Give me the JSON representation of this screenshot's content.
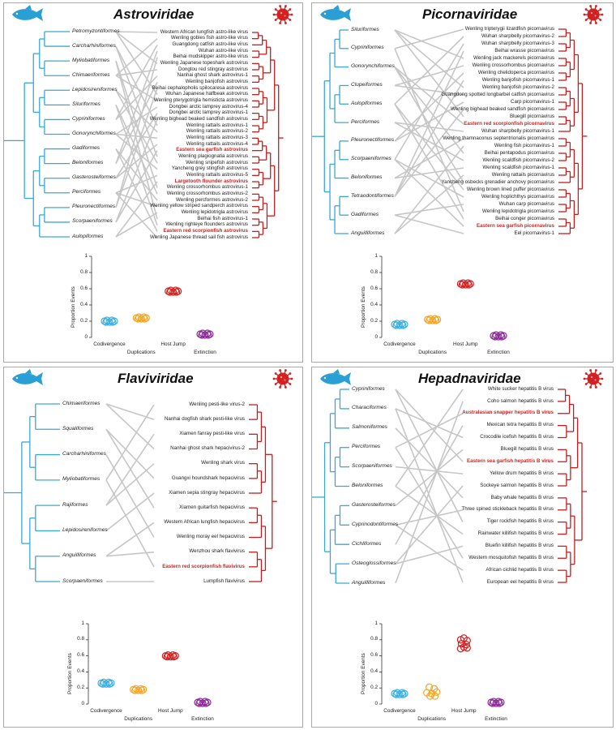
{
  "panels": [
    {
      "family": "Astroviridae",
      "hosts": [
        "Petromyzontiformes",
        "Carcharhiniformes",
        "Myliobatiformes",
        "Chimaeriformes",
        "Lepidosireniformes",
        "Siluriformes",
        "Cypriniformes",
        "Gonorynchiformes",
        "Gadiformes",
        "Beloniformes",
        "Gasterosteiformes",
        "Perciformes",
        "Pleuronectiformes",
        "Scorpaeniformes",
        "Aulopiformes"
      ],
      "viruses": [
        {
          "name": "Western African lungfish astro-like virus",
          "hl": false
        },
        {
          "name": "Wenling gobies fish astro-like virus",
          "hl": false
        },
        {
          "name": "Guangdong catfish astro-like virus",
          "hl": false
        },
        {
          "name": "Wuhan astro-like virus",
          "hl": false
        },
        {
          "name": "Beihai mudskipper astro-like virus",
          "hl": false
        },
        {
          "name": "Wenling Japanese topeshark astrovirus",
          "hl": false
        },
        {
          "name": "Dongtou red stingray astrovirus",
          "hl": false
        },
        {
          "name": "Nanhai ghost shark astrovirus-1",
          "hl": false
        },
        {
          "name": "Wenling banjofish astrovirus",
          "hl": false
        },
        {
          "name": "Beihai cephalopholis spilocaresa astrovirus",
          "hl": false
        },
        {
          "name": "Wuhan Japanese halfbeak astrovirus",
          "hl": false
        },
        {
          "name": "Wenling pterygotrigla hemisticta astrovirus",
          "hl": false
        },
        {
          "name": "Dongbei arctic lamprey astrovirus-4",
          "hl": false
        },
        {
          "name": "Dongbei arctic lamprey astrovirus-1",
          "hl": false
        },
        {
          "name": "Wenling bighead beaked sandfish astrovirus",
          "hl": false
        },
        {
          "name": "Wenling rattails astrovirus-1",
          "hl": false
        },
        {
          "name": "Wenling rattails astrovirus-2",
          "hl": false
        },
        {
          "name": "Wenling rattails astrovirus-3",
          "hl": false
        },
        {
          "name": "Wenling rattails astrovirus-4",
          "hl": false
        },
        {
          "name": "Eastern sea garfish astrovirus",
          "hl": true
        },
        {
          "name": "Wenling plagiognatia astrovirus",
          "hl": false
        },
        {
          "name": "Wenling snipefish astrovirus",
          "hl": false
        },
        {
          "name": "Yancheng grey stingfish astrovirus",
          "hl": false
        },
        {
          "name": "Wenling rattails astrovirus-5",
          "hl": false
        },
        {
          "name": "Largetooth flounder astrovirus",
          "hl": true
        },
        {
          "name": "Wenling crossorhombus astrovirus-1",
          "hl": false
        },
        {
          "name": "Wenling crossorhombus astrovirus-2",
          "hl": false
        },
        {
          "name": "Wenling percformes astrovirus-2",
          "hl": false
        },
        {
          "name": "Wenling yellow striped sandperch astrovirus",
          "hl": false
        },
        {
          "name": "Wenling lepidotrigla astrovirus",
          "hl": false
        },
        {
          "name": "Beihai fish astrovirus-1",
          "hl": false
        },
        {
          "name": "Wenling righteye flounders astrovirus",
          "hl": false
        },
        {
          "name": "Eastern red scorpionfish astrovirus",
          "hl": true
        },
        {
          "name": "Wenling Japanese thread sail fish astrovirus",
          "hl": false
        }
      ],
      "events": {
        "categories": [
          "Codivergence",
          "Duplications",
          "Host Jump",
          "Extinction"
        ],
        "values": [
          0.2,
          0.24,
          0.57,
          0.04
        ]
      },
      "ylabel": "Proportion Events",
      "yticks": [
        "0",
        "0.2",
        "0.4",
        "0.6",
        "0.8",
        "1"
      ]
    },
    {
      "family": "Picornaviridae",
      "hosts": [
        "Siluriformes",
        "Cypriniformes",
        "Gonorynchiformes",
        "Clupeiformes",
        "Aulopiformes",
        "Perciformes",
        "Pleuronectiformes",
        "Scorpaeniformes",
        "Beloniformes",
        "Tetraodontiformes",
        "Gadiformes",
        "Anguilliformes"
      ],
      "viruses": [
        {
          "name": "Wenling tripterygii lizardfish picornavirus",
          "hl": false
        },
        {
          "name": "Wuhan sharpbelly picornavirus-2",
          "hl": false
        },
        {
          "name": "Wuhan sharpbelly picornavirus-3",
          "hl": false
        },
        {
          "name": "Beihai wrasse picornavirus",
          "hl": false
        },
        {
          "name": "Wenling jack mackerels picornavirus",
          "hl": false
        },
        {
          "name": "Wenling crossorhombus picornavirus",
          "hl": false
        },
        {
          "name": "Wenling chelidoperca picornavirus",
          "hl": false
        },
        {
          "name": "Wenling banjofish picornavirus-1",
          "hl": false
        },
        {
          "name": "Wenling banjofish picornavirus-2",
          "hl": false
        },
        {
          "name": "Guangdong spotted longbarbel catfish picornavirus",
          "hl": false
        },
        {
          "name": "Carp picornavirus-1",
          "hl": false
        },
        {
          "name": "Wenling bighead beaked sandfish picornavirus",
          "hl": false
        },
        {
          "name": "Bluegill picornavirus",
          "hl": false
        },
        {
          "name": "Eastern red scorpionfish picornavirus",
          "hl": true
        },
        {
          "name": "Wuhan sharpbelly picornavirus-1",
          "hl": false
        },
        {
          "name": "Wenling thamnaconus septentrionalis picornavirus",
          "hl": false
        },
        {
          "name": "Wenling fish picornavirus-1",
          "hl": false
        },
        {
          "name": "Beihai pentapodus picornavirus",
          "hl": false
        },
        {
          "name": "Wenling scaldfish picornavirus-2",
          "hl": false
        },
        {
          "name": "Wenling scaldfish picornavirus-1",
          "hl": false
        },
        {
          "name": "Wenling rattails picornavirus",
          "hl": false
        },
        {
          "name": "Yancheng osbecks grenadier anchovy picornavirus",
          "hl": false
        },
        {
          "name": "Wenling brown lined puffer picornavirus",
          "hl": false
        },
        {
          "name": "Wenling hoplichthys picornavirus",
          "hl": false
        },
        {
          "name": "Wuhan carp picornavirus",
          "hl": false
        },
        {
          "name": "Wenling lepidotrigla picornavirus",
          "hl": false
        },
        {
          "name": "Beihai conger picornavirus",
          "hl": false
        },
        {
          "name": "Eastern sea garfish picornavirus",
          "hl": true
        },
        {
          "name": "Eel picornavirus-1",
          "hl": false
        }
      ],
      "events": {
        "categories": [
          "Codivergence",
          "Duplications",
          "Host Jump",
          "Extinction"
        ],
        "values": [
          0.16,
          0.22,
          0.66,
          0.02
        ]
      },
      "ylabel": "Proportion Events",
      "yticks": [
        "0",
        "0.2",
        "0.4",
        "0.6",
        "0.8",
        "1"
      ]
    },
    {
      "family": "Flaviviridae",
      "hosts": [
        "Chimaeriformes",
        "Squaliformes",
        "Carcharhiniformes",
        "Myliobatiformes",
        "Rajiformes",
        "Lepidosireniformes",
        "Anguilliformes",
        "Scorpaeniformes"
      ],
      "viruses": [
        {
          "name": "Wenling pesti-like virus-2",
          "hl": false
        },
        {
          "name": "Nanhai dogfish shark pesti-like virus",
          "hl": false
        },
        {
          "name": "Xiamen fanray pesti-like virus",
          "hl": false
        },
        {
          "name": "Nanhai ghost shark hepacivirus-2",
          "hl": false
        },
        {
          "name": "Wenling shark virus",
          "hl": false
        },
        {
          "name": "Guangxi houndshark hepacivirus",
          "hl": false
        },
        {
          "name": "Xiamen sepia stingray hepacivirus",
          "hl": false
        },
        {
          "name": "Xiamen guitarfish hepacivirus",
          "hl": false
        },
        {
          "name": "Western African lungfish hepacivirus",
          "hl": false
        },
        {
          "name": "Wenling moray eel hepacivirus",
          "hl": false
        },
        {
          "name": "Wenzhou shark flavivirus",
          "hl": false
        },
        {
          "name": "Eastern red scorpionfish flavivirus",
          "hl": true
        },
        {
          "name": "Lumpfish flavivirus",
          "hl": false
        }
      ],
      "events": {
        "categories": [
          "Codivergence",
          "Duplications",
          "Host Jump",
          "Extinction"
        ],
        "values": [
          0.26,
          0.18,
          0.6,
          0.02
        ]
      },
      "ylabel": "Proportion Events",
      "yticks": [
        "0",
        "0.2",
        "0.4",
        "0.6",
        "0.8",
        "1"
      ]
    },
    {
      "family": "Hepadnaviridae",
      "hosts": [
        "Cypriniformes",
        "Characiformes",
        "Salmoniformes",
        "Perciformes",
        "Scorpaeniformes",
        "Beloniformes",
        "Gasterosteiformes",
        "Cyprinodontiformes",
        "Cichliformes",
        "Osteoglossiformes",
        "Anguilliformes"
      ],
      "viruses": [
        {
          "name": "White sucker hepatitis B virus",
          "hl": false
        },
        {
          "name": "Coho salmon hepatitis B virus",
          "hl": false
        },
        {
          "name": "Australasian snapper hepatitis B virus",
          "hl": true
        },
        {
          "name": "Mexican tetra hepatitis B virus",
          "hl": false
        },
        {
          "name": "Crocodile icefish hepatitis B virus",
          "hl": false
        },
        {
          "name": "Bluegill hepatitis B virus",
          "hl": false
        },
        {
          "name": "Eastern sea garfish hepatitis B virus",
          "hl": true
        },
        {
          "name": "Yellow drum hepatitis B virus",
          "hl": false
        },
        {
          "name": "Sockeye salmon hepatitis B virus",
          "hl": false
        },
        {
          "name": "Baby whale hepatitis B virus",
          "hl": false
        },
        {
          "name": "Three spined stickleback hepatitis B virus",
          "hl": false
        },
        {
          "name": "Tiger rockfish hepatitis B virus",
          "hl": false
        },
        {
          "name": "Rainwater killifish hepatitis B virus",
          "hl": false
        },
        {
          "name": "Bluefin killifish hepatitis B virus",
          "hl": false
        },
        {
          "name": "Western mosquitofish hepatitis B virus",
          "hl": false
        },
        {
          "name": "African cichlid hepatitis B virus",
          "hl": false
        },
        {
          "name": "European eel hepatitis B virus",
          "hl": false
        }
      ],
      "events": {
        "categories": [
          "Codivergence",
          "Duplications",
          "Host Jump",
          "Extinction"
        ],
        "values": [
          0.13,
          0.16,
          0.75,
          0.02
        ]
      },
      "ylabel": "Proportion Events",
      "yticks": [
        "0",
        "0.2",
        "0.4",
        "0.6",
        "0.8",
        "1"
      ]
    }
  ],
  "colors": {
    "host": "#3aa8d0",
    "virus": "#c41e1e",
    "link": "#c6c6c6",
    "fish": "#2a9fd6",
    "codiv": "#3ab0e2",
    "dup": "#f5a623",
    "jump": "#d42020",
    "ext": "#8e2a9a"
  },
  "icons": {
    "fish": "fish-icon",
    "virus": "virus-icon"
  }
}
